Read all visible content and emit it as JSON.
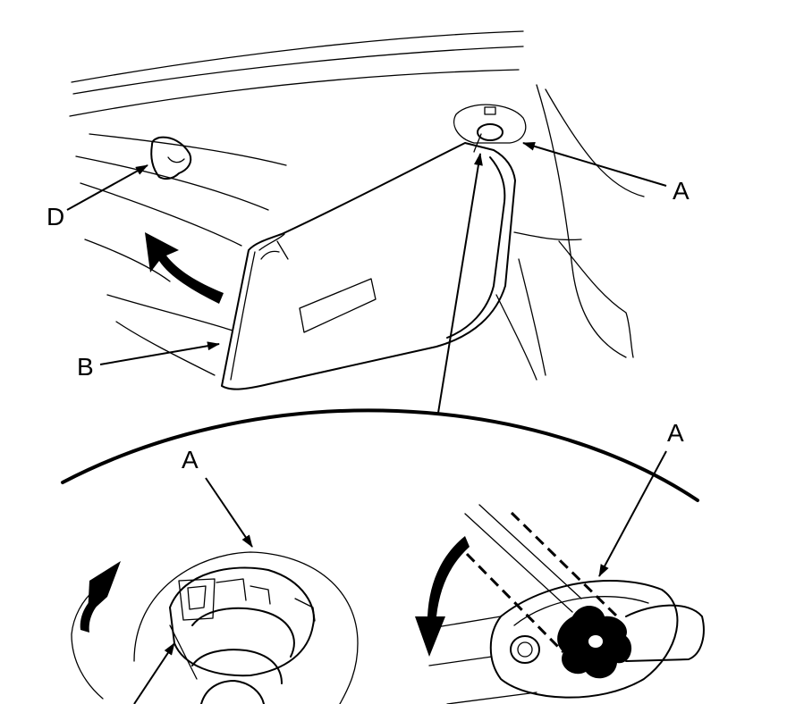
{
  "callouts": {
    "a_top": "A",
    "d": "D",
    "b": "B",
    "a_left_detail": "A",
    "a_right_detail": "A"
  },
  "colors": {
    "line": "#000000",
    "background": "#ffffff",
    "knob_fill": "#000000"
  },
  "icons": {
    "rotate_arrow_left": "curved-arrow-up-icon",
    "rotate_arrow_right": "curved-arrow-down-icon",
    "remove_arrow": "curved-arrow-left-icon"
  }
}
